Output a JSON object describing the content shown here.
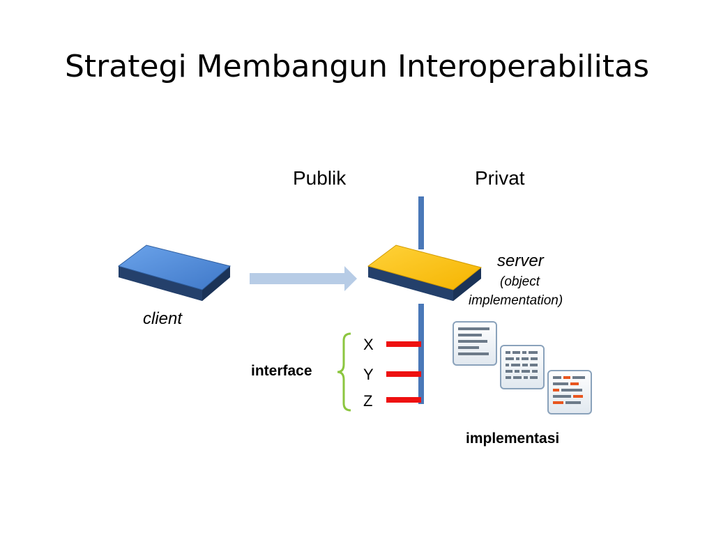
{
  "slide": {
    "title": "Strategi Membangun Interoperabilitas"
  },
  "diagram": {
    "columns": {
      "public": "Publik",
      "private": "Privat"
    },
    "client": {
      "label": "client",
      "color": "#4f8ad6"
    },
    "server": {
      "label": "server",
      "sublabel_line1": "(object",
      "sublabel_line2": "implementation)",
      "color": "#ffc300"
    },
    "interface": {
      "label": "interface",
      "methods": [
        "X",
        "Y",
        "Z"
      ],
      "bracket_color": "#8cc63f",
      "port_color": "#ee1111"
    },
    "implementation": {
      "label": "implementasi"
    },
    "divider_color": "#4a78b8",
    "arrow_color": "#b7cce6"
  }
}
